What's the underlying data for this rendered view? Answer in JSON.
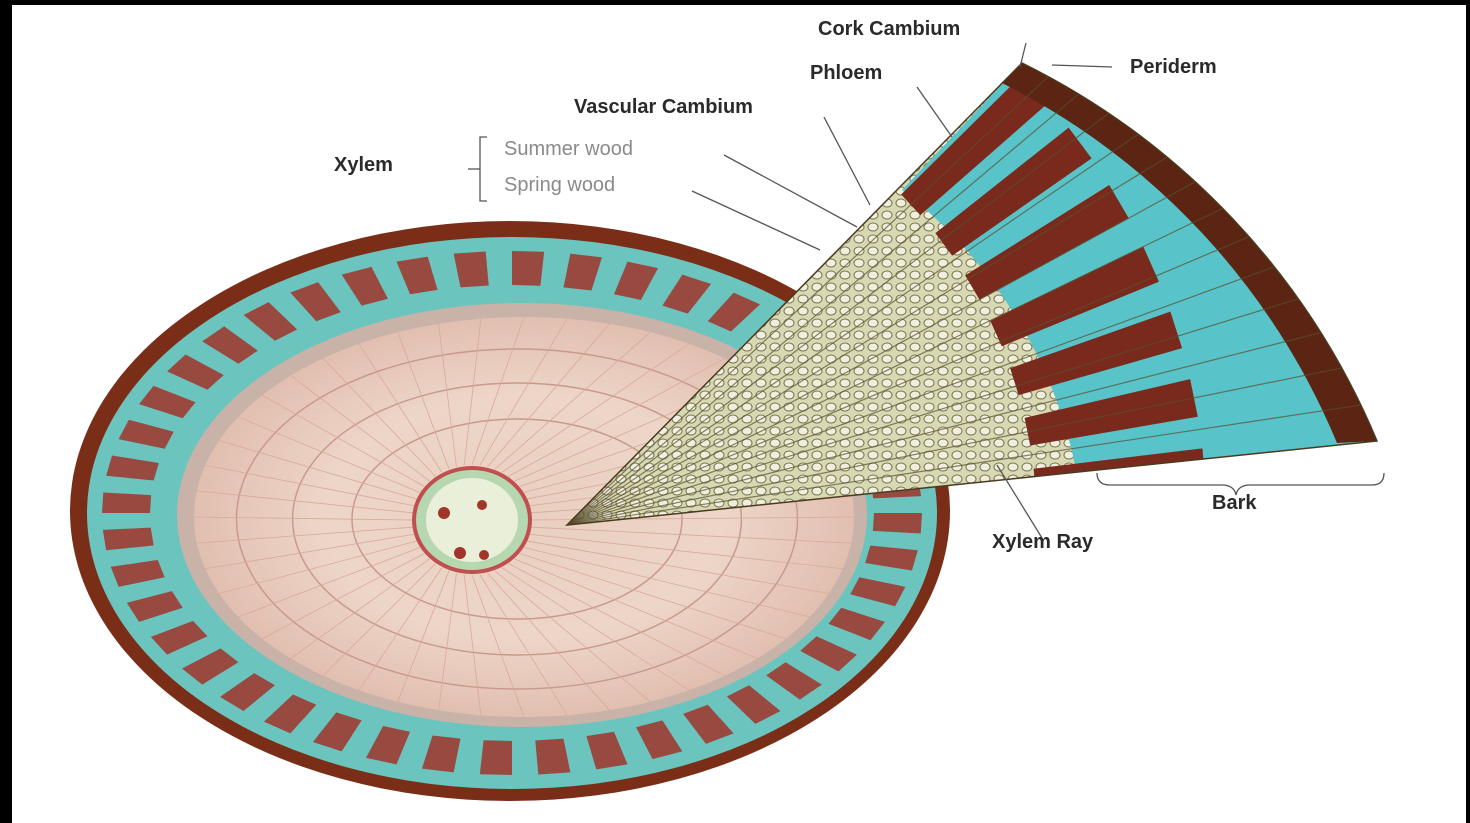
{
  "labels": {
    "cork_cambium": "Cork Cambium",
    "periderm": "Periderm",
    "phloem": "Phloem",
    "vascular_cambium": "Vascular Cambium",
    "xylem": "Xylem",
    "summer_wood": "Summer wood",
    "spring_wood": "Spring wood",
    "bark": "Bark",
    "xylem_ray": "Xylem Ray"
  },
  "colors": {
    "bark_brown": "#6b2a14",
    "phloem_teal": "#5fc3c3",
    "phloem_red": "#a0352a",
    "wood_pink": "#ecd2c4",
    "xylem_green": "#c8cda0"
  }
}
